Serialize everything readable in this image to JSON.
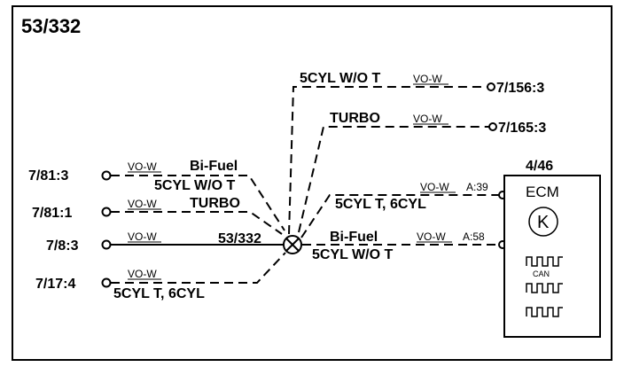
{
  "title": "53/332",
  "splice": {
    "label": "53/332"
  },
  "connectors": {
    "c1": {
      "label": "7/81:3",
      "wire": "VO-W",
      "options": [
        "Bi-Fuel",
        "5CYL W/O T"
      ]
    },
    "c2": {
      "label": "7/81:1",
      "wire": "VO-W",
      "options": [
        "TURBO"
      ]
    },
    "c3": {
      "label": "7/8:3",
      "wire": "VO-W"
    },
    "c4": {
      "label": "7/17:4",
      "wire": "VO-W",
      "options": [
        "5CYL T, 6CYL"
      ]
    },
    "c5": {
      "label": "7/156:3",
      "wire": "VO-W",
      "options": [
        "5CYL W/O T"
      ]
    },
    "c6": {
      "label": "7/165:3",
      "wire": "VO-W",
      "options": [
        "TURBO"
      ]
    }
  },
  "ecm": {
    "ref": "4/46",
    "name": "ECM",
    "can_label": "CAN",
    "icon": "k-line-icon",
    "pins": {
      "a39": {
        "pin": "A:39",
        "wire": "VO-W",
        "options": [
          "5CYL T, 6CYL"
        ]
      },
      "a58": {
        "pin": "A:58",
        "wire": "VO-W",
        "options": [
          "Bi-Fuel",
          "5CYL W/O T"
        ]
      }
    }
  }
}
